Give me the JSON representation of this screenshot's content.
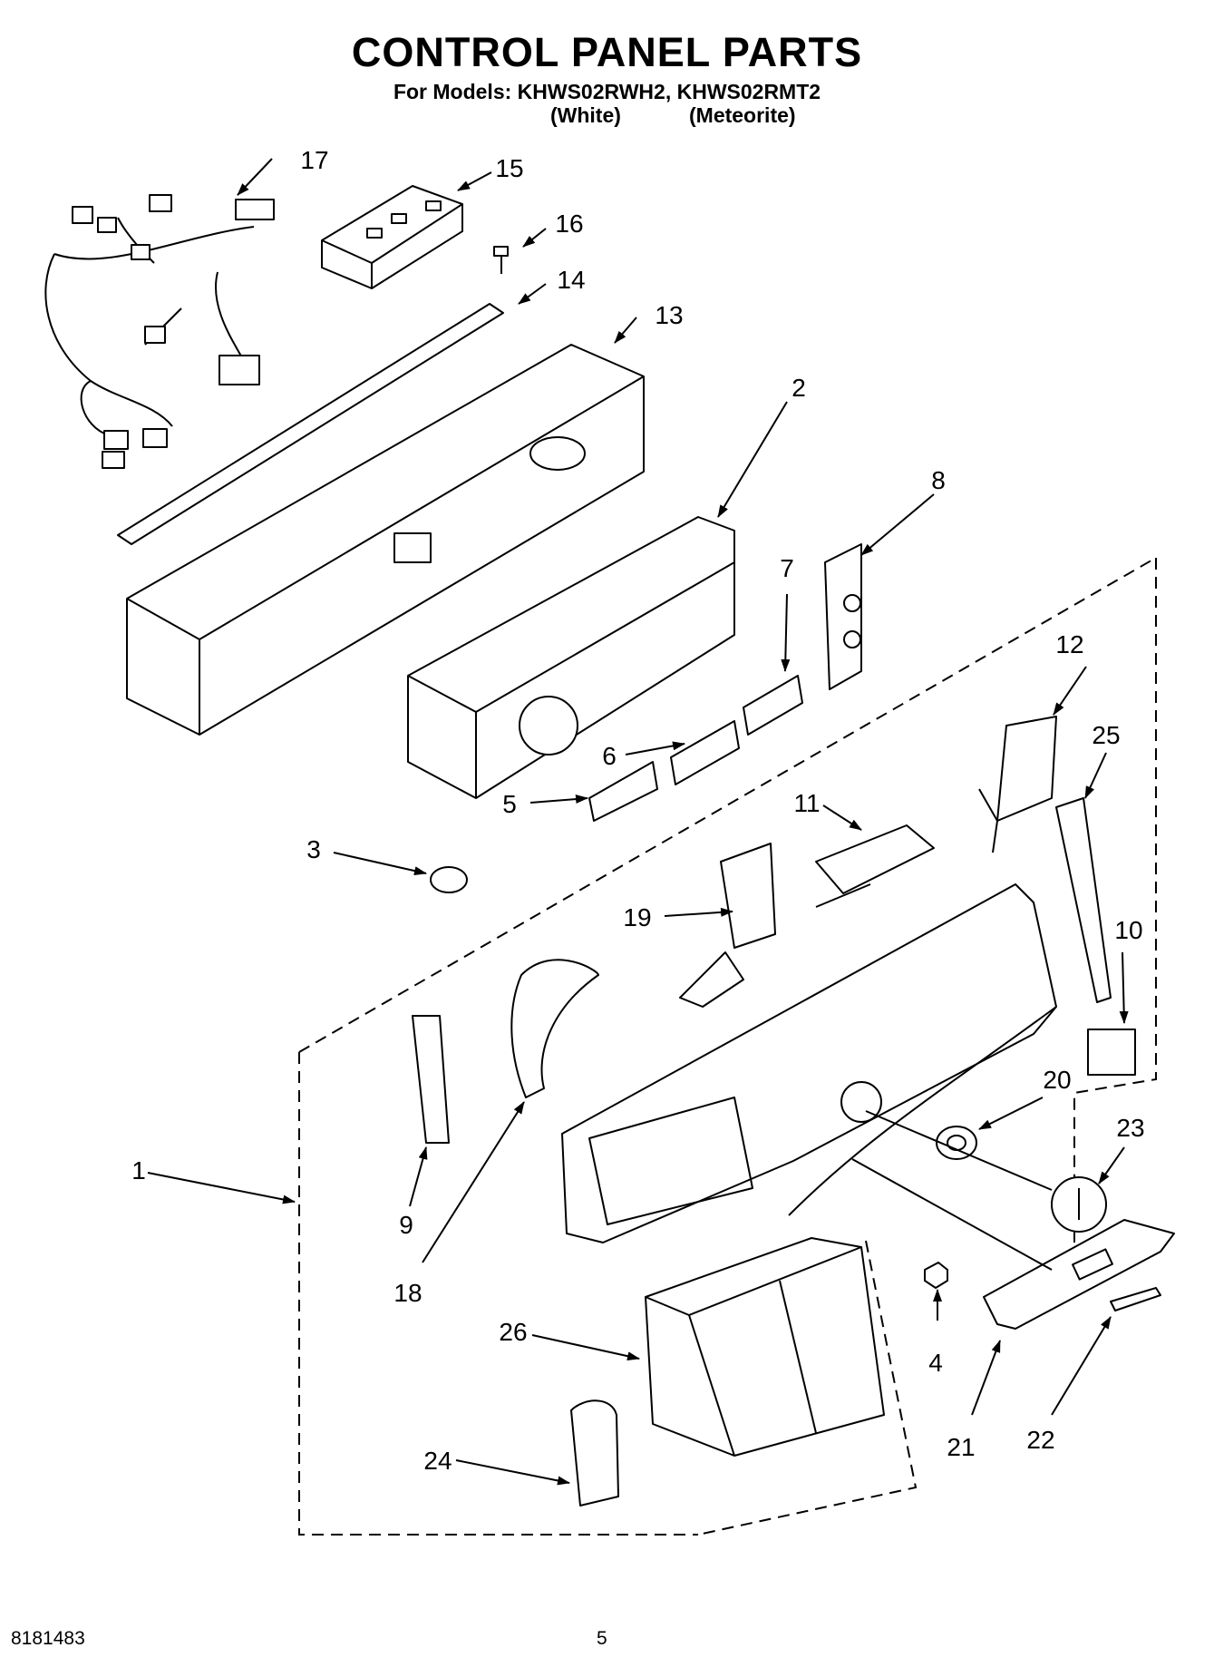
{
  "header": {
    "title": "CONTROL PANEL PARTS",
    "models_line": "For Models: KHWS02RWH2, KHWS02RMT2",
    "variant_white": "(White)",
    "variant_meteorite": "(Meteorite)"
  },
  "callouts": [
    {
      "id": "c1",
      "label": "1"
    },
    {
      "id": "c2",
      "label": "2"
    },
    {
      "id": "c3",
      "label": "3"
    },
    {
      "id": "c4",
      "label": "4"
    },
    {
      "id": "c5",
      "label": "5"
    },
    {
      "id": "c6",
      "label": "6"
    },
    {
      "id": "c7",
      "label": "7"
    },
    {
      "id": "c8",
      "label": "8"
    },
    {
      "id": "c9",
      "label": "9"
    },
    {
      "id": "c10",
      "label": "10"
    },
    {
      "id": "c11",
      "label": "11"
    },
    {
      "id": "c12",
      "label": "12"
    },
    {
      "id": "c13",
      "label": "13"
    },
    {
      "id": "c14",
      "label": "14"
    },
    {
      "id": "c15",
      "label": "15"
    },
    {
      "id": "c16",
      "label": "16"
    },
    {
      "id": "c17",
      "label": "17"
    },
    {
      "id": "c18",
      "label": "18"
    },
    {
      "id": "c19",
      "label": "19"
    },
    {
      "id": "c20",
      "label": "20"
    },
    {
      "id": "c21",
      "label": "21"
    },
    {
      "id": "c22",
      "label": "22"
    },
    {
      "id": "c23",
      "label": "23"
    },
    {
      "id": "c24",
      "label": "24"
    },
    {
      "id": "c25",
      "label": "25"
    },
    {
      "id": "c26",
      "label": "26"
    }
  ],
  "footer": {
    "doc_number": "8181483",
    "page_number": "5"
  }
}
